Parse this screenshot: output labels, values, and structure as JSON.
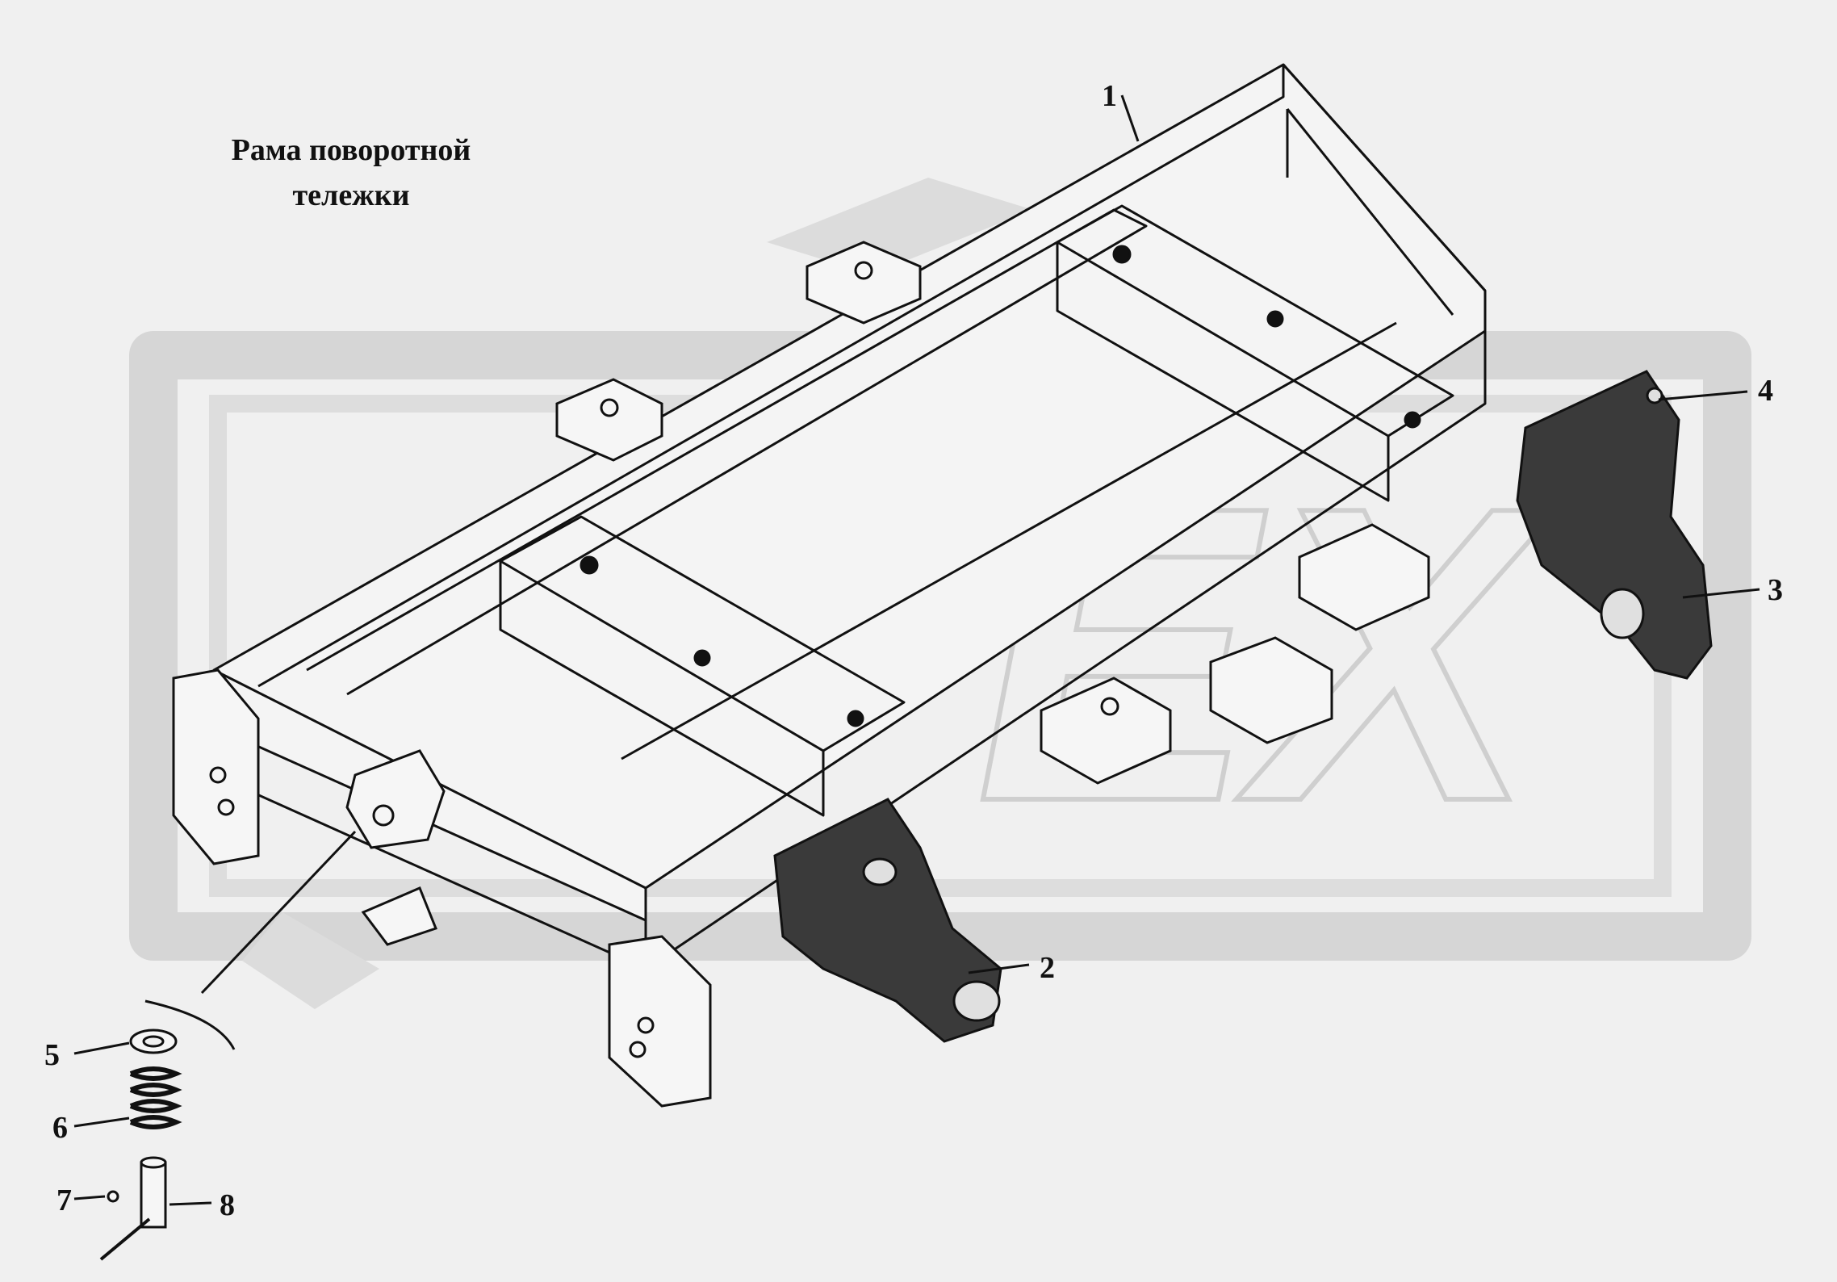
{
  "title": {
    "line1": "Рама  поворотной",
    "line2": "тележки"
  },
  "watermark": "OPEX",
  "callouts": [
    {
      "label": "1"
    },
    {
      "label": "2"
    },
    {
      "label": "3"
    },
    {
      "label": "4"
    },
    {
      "label": "5"
    },
    {
      "label": "6"
    },
    {
      "label": "7"
    },
    {
      "label": "8"
    }
  ],
  "colors": {
    "background": "#f0f0f0",
    "ink": "#111111",
    "watermark": "#d6d6d6",
    "casting": "#3a3a3a"
  }
}
